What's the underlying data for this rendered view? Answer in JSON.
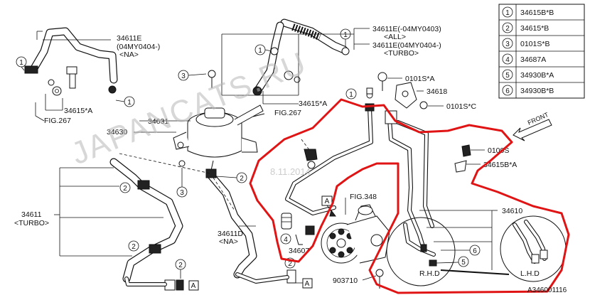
{
  "labels": {
    "hose_na_part": "34611E",
    "hose_na_range": "(04MY0404-)",
    "hose_na_variant": "<NA>",
    "hose_upper_all": "34611E(-04MY0403)",
    "hose_upper_all_variant": "<ALL>",
    "hose_upper_turbo": "34611E(04MY0404-)",
    "hose_upper_turbo_variant": "<TURBO>",
    "clamp_left": "34615*A",
    "clamp_center": "34615*A",
    "clamp_right": "34615B*A",
    "fig_left": "FIG.267",
    "fig_center": "FIG.267",
    "fig_pump": "FIG.348",
    "reservoir_bracket": "34630",
    "reservoir": "34631",
    "bolt_center": "0101S*A",
    "bracket_right": "34618",
    "bolt_right": "0101S*C",
    "clip_right": "0100S",
    "hose_turbo_part": "34611",
    "hose_turbo_variant": "<TURBO>",
    "hose_d_part": "34611D",
    "hose_d_variant": "<NA>",
    "pump_part": "34607",
    "pump_bolt": "903710",
    "pipe_assy": "34610",
    "rhd": "R.H.D",
    "lhd": "L.H.D",
    "front": "FRONT",
    "ref_a": "A",
    "diagram_id": "A346001116",
    "watermark": "JAPANCATS.RU",
    "date_stamp": "8.11.2014"
  },
  "legend": [
    {
      "num": "1",
      "part": "34615B*B"
    },
    {
      "num": "2",
      "part": "34615*B"
    },
    {
      "num": "3",
      "part": "0101S*B"
    },
    {
      "num": "4",
      "part": "34687A"
    },
    {
      "num": "5",
      "part": "34930B*A"
    },
    {
      "num": "6",
      "part": "34930B*B"
    }
  ],
  "callouts": {
    "c1": "1",
    "c2": "2",
    "c3": "3",
    "c4": "4",
    "c5": "5",
    "c6": "6"
  },
  "colors": {
    "highlight": "#e01414",
    "line": "#111111",
    "watermark": "#b8b8b8"
  }
}
